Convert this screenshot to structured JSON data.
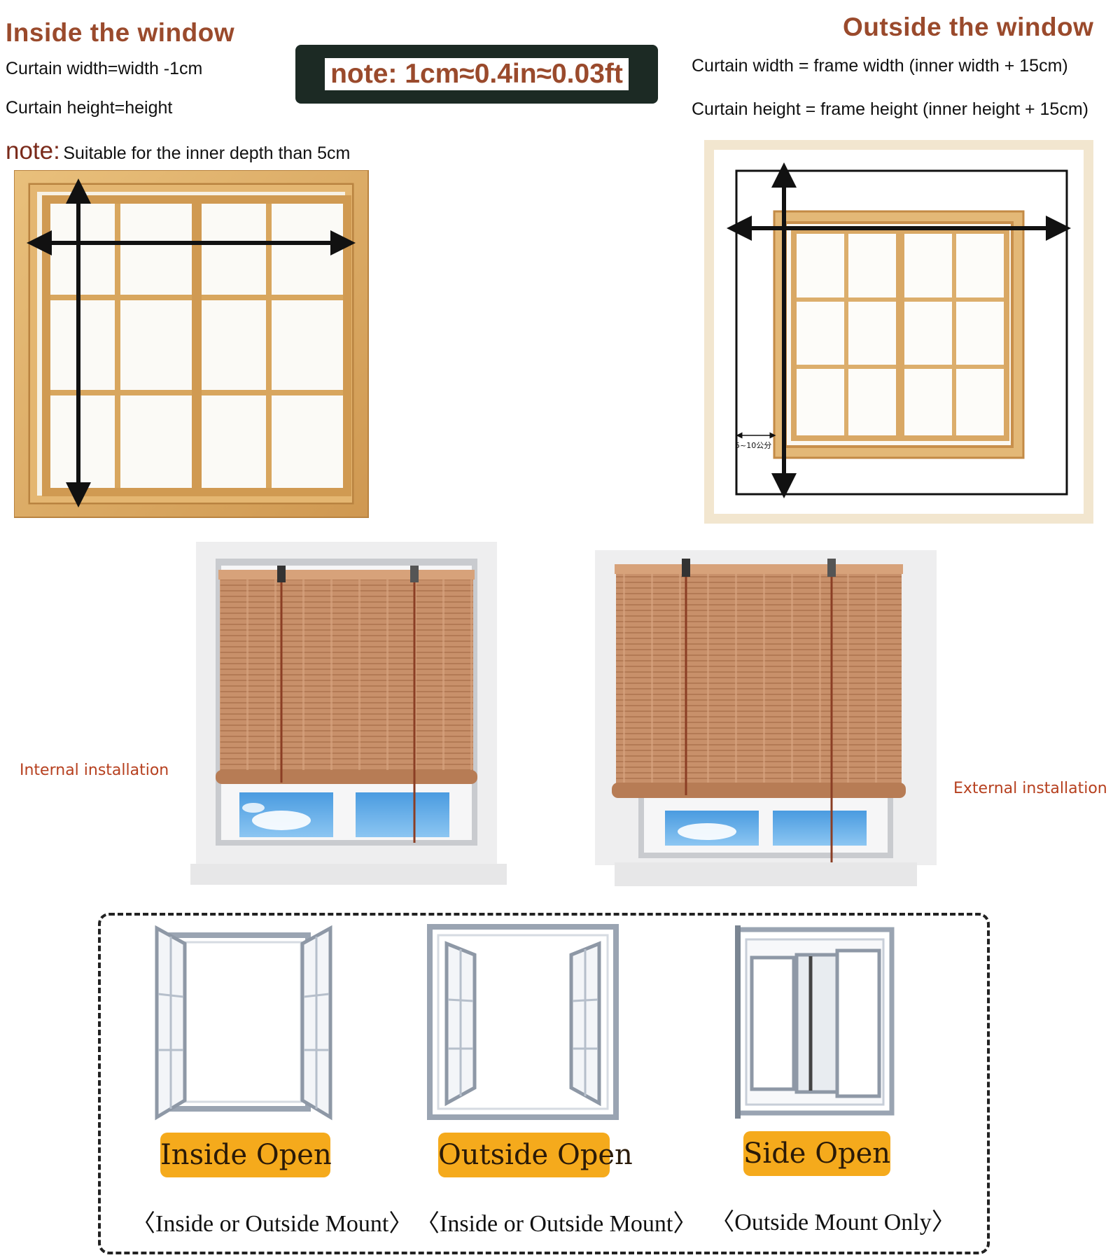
{
  "inside": {
    "heading": "Inside the window",
    "width_rule": "Curtain width=width -1cm",
    "height_rule": "Curtain height=height",
    "note_word": "note:",
    "note_text": "Suitable for the inner depth than 5cm"
  },
  "conversion_note": "note:  1cm≈0.4in≈0.03ft",
  "outside": {
    "heading": "Outside the window",
    "width_rule": "Curtain width = frame width (inner width + 15cm)",
    "height_rule": "Curtain height = frame height (inner height + 15cm)",
    "gap_label": "5~10公分"
  },
  "installation": {
    "internal_label": "Internal installation",
    "external_label": "External installation"
  },
  "open_types": [
    {
      "label": "Inside Open",
      "mount": "〈Inside or Outside Mount〉"
    },
    {
      "label": "Outside Open",
      "mount": "〈Inside or Outside Mount〉"
    },
    {
      "label": "Side Open",
      "mount": "〈Outside Mount Only〉"
    }
  ],
  "colors": {
    "heading": "#9a4a2c",
    "wood": "#d9a55b",
    "bamboo": "#c98f62",
    "pill": "#f5aa1c",
    "note_box": "#1c2a24"
  }
}
